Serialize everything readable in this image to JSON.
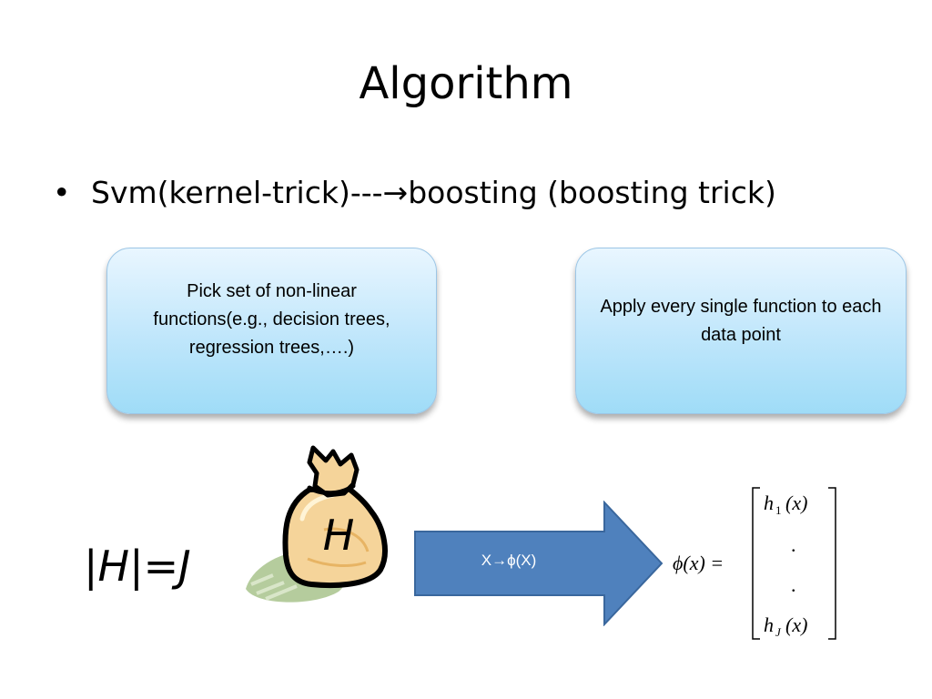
{
  "slide": {
    "title": "Algorithm",
    "bullet": {
      "marker": "•",
      "text_before": "Svm(kernel-trick)---",
      "arrow_glyph": "→",
      "text_after": "boosting (boosting trick)"
    },
    "box_left": {
      "text": "Pick set of non-linear functions(e.g., decision trees, regression trees,….)"
    },
    "box_right": {
      "text": "Apply every single function to each data point"
    },
    "hypothesis_size": "|H|=J",
    "bag_letter": "H",
    "arrow_label": "X→ϕ(X)",
    "formula": {
      "lhs": "ϕ(x) =",
      "row1_h": "h",
      "row1_sub": "1",
      "row1_arg": "(x)",
      "dot": ".",
      "row4_h": "h",
      "row4_sub": "J",
      "row4_arg": "(x)"
    },
    "colors": {
      "box_fill": "#bfe6fb",
      "arrow_fill": "#4f81bd",
      "arrow_border": "#3a679d",
      "bag_fill": "#f5d49a"
    }
  }
}
